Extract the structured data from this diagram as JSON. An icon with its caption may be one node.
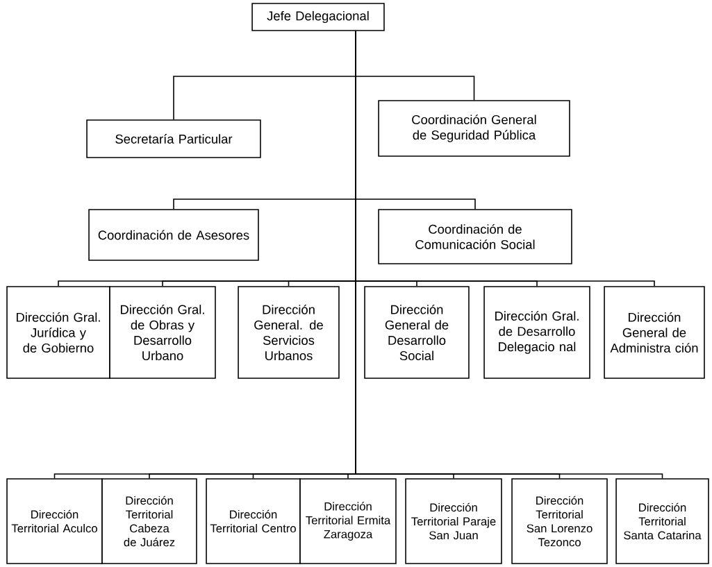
{
  "diagram": {
    "nodes": [
      {
        "text": [
          "Jefe Delegacional"
        ]
      },
      {
        "text": [
          "Secretaría Particular"
        ]
      },
      {
        "text": [
          "Coordinación General de Seguridad Pública"
        ]
      },
      {
        "text": [
          "Coordinación de Asesores"
        ]
      },
      {
        "text": [
          "Coordinación de Comunicación Social"
        ]
      },
      {
        "text": [
          "Dirección Gral. Jurídica y de Gobierno"
        ]
      },
      {
        "text": [
          "Dirección Gral. de Obras y Desarrollo Urbano"
        ]
      },
      {
        "text": [
          "Dirección General. de Servicios Urbanos"
        ]
      },
      {
        "text": [
          "Dirección General de Desarrollo Social"
        ]
      },
      {
        "text": [
          "Dirección Gral. de Desarrollo Delegacio nal"
        ]
      },
      {
        "text": [
          "Dirección General de Administra ción"
        ]
      },
      {
        "text": [
          "Dirección Territorial Aculco"
        ]
      },
      {
        "text": [
          "Dirección Territorial Cabeza de Juárez"
        ]
      },
      {
        "text": [
          "Dirección Territorial Centro"
        ]
      },
      {
        "text": [
          "Dirección Territorial Ermita Zaragoza"
        ]
      },
      {
        "text": [
          "Dirección Territorial Paraje San Juan"
        ]
      },
      {
        "text": [
          "Dirección Territorial San Lorenzo Tezonco"
        ]
      },
      {
        "text": [
          "Dirección Territorial Santa Catarina"
        ]
      }
    ],
    "edges": [
      {
        "from": 0,
        "to": 1,
        "arrow": "none"
      },
      {
        "from": 0,
        "to": 2,
        "arrow": "none"
      },
      {
        "from": 0,
        "to": 3,
        "arrow": "none"
      },
      {
        "from": 0,
        "to": 4,
        "arrow": "none"
      },
      {
        "from": 0,
        "to": 5,
        "arrow": "none"
      },
      {
        "from": 0,
        "to": 6,
        "arrow": "none"
      },
      {
        "from": 0,
        "to": 7,
        "arrow": "none"
      },
      {
        "from": 0,
        "to": 8,
        "arrow": "none"
      },
      {
        "from": 0,
        "to": 9,
        "arrow": "none"
      },
      {
        "from": 0,
        "to": 10,
        "arrow": "none"
      },
      {
        "from": 0,
        "to": 11,
        "arrow": "none"
      },
      {
        "from": 0,
        "to": 12,
        "arrow": "none"
      },
      {
        "from": 0,
        "to": 13,
        "arrow": "none"
      },
      {
        "from": 0,
        "to": 14,
        "arrow": "none"
      },
      {
        "from": 0,
        "to": 15,
        "arrow": "none"
      },
      {
        "from": 0,
        "to": 16,
        "arrow": "none"
      },
      {
        "from": 0,
        "to": 17,
        "arrow": "none"
      }
    ]
  }
}
